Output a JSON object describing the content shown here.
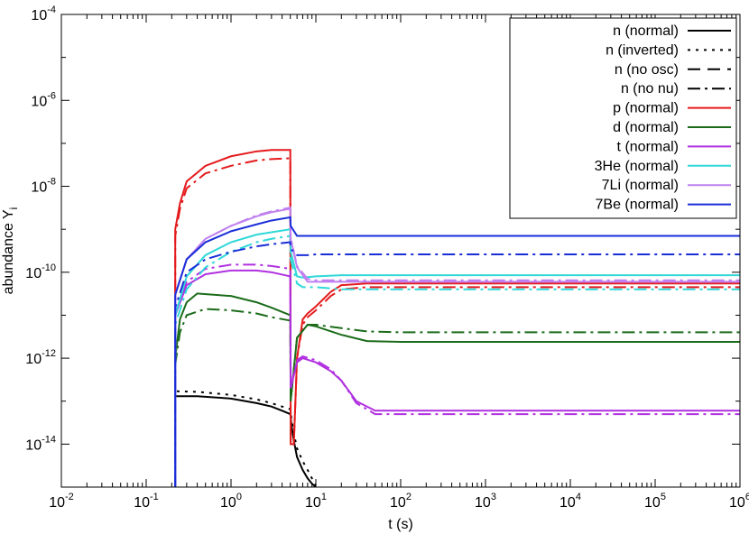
{
  "chart_data": {
    "type": "line",
    "xlabel": "t (s)",
    "ylabel": "abundance Y",
    "ylabel_subscript": "i",
    "xscale": "log",
    "yscale": "log",
    "xlim": [
      0.01,
      1000000
    ],
    "ylim": [
      1e-15,
      0.0001
    ],
    "legend_position": "top-right",
    "x_ticks": [
      {
        "value": 0.01,
        "base": "10",
        "exp": "-2"
      },
      {
        "value": 0.1,
        "base": "10",
        "exp": "-1"
      },
      {
        "value": 1,
        "base": "10",
        "exp": "0"
      },
      {
        "value": 10,
        "base": "10",
        "exp": "1"
      },
      {
        "value": 100,
        "base": "10",
        "exp": "2"
      },
      {
        "value": 1000,
        "base": "10",
        "exp": "3"
      },
      {
        "value": 10000,
        "base": "10",
        "exp": "4"
      },
      {
        "value": 100000,
        "base": "10",
        "exp": "5"
      },
      {
        "value": 1000000,
        "base": "10",
        "exp": "6"
      }
    ],
    "y_ticks": [
      {
        "value": 1e-14,
        "base": "10",
        "exp": "-14"
      },
      {
        "value": 1e-12,
        "base": "10",
        "exp": "-12"
      },
      {
        "value": 1e-10,
        "base": "10",
        "exp": "-10"
      },
      {
        "value": 1e-08,
        "base": "10",
        "exp": "-8"
      },
      {
        "value": 1e-06,
        "base": "10",
        "exp": "-6"
      },
      {
        "value": 0.0001,
        "base": "10",
        "exp": "-4"
      }
    ],
    "legend": [
      {
        "label": "n (normal)",
        "color": "#000000",
        "dash": "solid"
      },
      {
        "label": "n (inverted)",
        "color": "#000000",
        "dash": "dot"
      },
      {
        "label": "n (no osc)",
        "color": "#000000",
        "dash": "dash"
      },
      {
        "label": "n (no nu)",
        "color": "#000000",
        "dash": "dashdot"
      },
      {
        "label": "p (normal)",
        "color": "#e41a1c",
        "dash": "solid"
      },
      {
        "label": "d (normal)",
        "color": "#1a6b1a",
        "dash": "solid"
      },
      {
        "label": "t (normal)",
        "color": "#b030e0",
        "dash": "solid"
      },
      {
        "label": "3He (normal)",
        "color": "#30d8d8",
        "dash": "solid"
      },
      {
        "label": "7Li (normal)",
        "color": "#c080f0",
        "dash": "solid"
      },
      {
        "label": "7Be (normal)",
        "color": "#1a2ed8",
        "dash": "solid"
      }
    ],
    "series": [
      {
        "name": "n (normal)",
        "color": "#000000",
        "dash": "solid",
        "x": [
          0.22,
          0.22,
          0.4,
          1,
          2,
          3,
          4,
          5,
          5.2,
          5.5,
          6,
          7,
          8,
          9,
          10
        ],
        "y": [
          1e-15,
          1.3e-13,
          1.3e-13,
          1.15e-13,
          9e-14,
          7.5e-14,
          6e-14,
          5e-14,
          2.5e-14,
          1.2e-14,
          5e-15,
          2.5e-15,
          1.6e-15,
          1.2e-15,
          1e-15
        ]
      },
      {
        "name": "n (inverted)",
        "color": "#000000",
        "dash": "dot",
        "x": [
          0.22,
          0.22,
          0.4,
          1,
          2,
          3,
          4,
          5,
          5.2,
          5.5,
          6,
          7,
          8,
          9,
          10
        ],
        "y": [
          1e-15,
          1.7e-13,
          1.65e-13,
          1.4e-13,
          1.1e-13,
          9e-14,
          7.5e-14,
          6.5e-14,
          3.5e-14,
          1.8e-14,
          8e-15,
          4e-15,
          2.5e-15,
          1.6e-15,
          1.1e-15
        ]
      },
      {
        "name": "p (normal)",
        "color": "#e41a1c",
        "dash": "solid",
        "x": [
          0.22,
          0.22,
          0.25,
          0.3,
          0.5,
          1,
          2,
          3,
          5,
          5.05,
          5.5,
          6,
          7,
          8,
          10,
          15,
          20,
          40,
          100,
          1000,
          1000000
        ],
        "y": [
          1e-15,
          1e-09,
          4e-09,
          1.3e-08,
          3e-08,
          5e-08,
          6.5e-08,
          7e-08,
          7e-08,
          1e-14,
          1e-14,
          1e-12,
          8e-12,
          1.1e-11,
          1.6e-11,
          3.5e-11,
          5e-11,
          5.5e-11,
          5.5e-11,
          5.5e-11,
          5.5e-11
        ]
      },
      {
        "name": "p (no nu)",
        "color": "#e41a1c",
        "dash": "dashdot",
        "x": [
          0.22,
          0.22,
          0.25,
          0.3,
          0.5,
          1,
          2,
          3,
          5,
          5.05,
          5.5,
          6,
          7,
          8,
          10,
          15,
          20,
          40,
          100,
          1000,
          1000000
        ],
        "y": [
          1e-15,
          7e-10,
          3e-09,
          9e-09,
          2e-08,
          3e-08,
          4e-08,
          4.3e-08,
          4.5e-08,
          1e-14,
          1e-14,
          1e-12,
          6e-12,
          9e-12,
          1.3e-11,
          2.8e-11,
          4e-11,
          4.5e-11,
          4.5e-11,
          4.5e-11,
          4.5e-11
        ]
      },
      {
        "name": "d (normal)",
        "color": "#1a6b1a",
        "dash": "solid",
        "x": [
          0.22,
          0.22,
          0.25,
          0.3,
          0.4,
          1,
          2,
          3,
          5,
          5.05,
          6,
          8,
          10,
          20,
          40,
          100,
          1000,
          1000000
        ],
        "y": [
          1e-15,
          1e-12,
          8e-12,
          2e-11,
          3.2e-11,
          2.8e-11,
          2e-11,
          1.5e-11,
          1e-11,
          1e-13,
          3e-12,
          6e-12,
          5.5e-12,
          3.5e-12,
          2.5e-12,
          2.4e-12,
          2.4e-12,
          2.4e-12
        ]
      },
      {
        "name": "d (no nu)",
        "color": "#1a6b1a",
        "dash": "dashdot",
        "x": [
          0.22,
          0.22,
          0.25,
          0.3,
          0.5,
          1,
          2,
          3,
          5,
          5.05,
          6,
          8,
          10,
          20,
          40,
          100,
          1000,
          1000000
        ],
        "y": [
          1e-15,
          7e-13,
          4e-12,
          1e-11,
          1.4e-11,
          1.3e-11,
          1.1e-11,
          9e-12,
          7.5e-12,
          1e-13,
          3e-12,
          6e-12,
          6e-12,
          5e-12,
          4.2e-12,
          4e-12,
          4e-12,
          4e-12
        ]
      },
      {
        "name": "t (normal)",
        "color": "#b030e0",
        "dash": "solid",
        "x": [
          0.22,
          0.22,
          0.3,
          0.5,
          1,
          2,
          3,
          5,
          5.05,
          6,
          7,
          10,
          15,
          20,
          30,
          50,
          100,
          1000,
          1000000
        ],
        "y": [
          1e-15,
          1e-11,
          5e-11,
          9e-11,
          1.1e-10,
          1.1e-10,
          1e-10,
          8e-11,
          2e-13,
          8e-13,
          1e-12,
          8e-13,
          5e-13,
          3e-13,
          1e-13,
          6e-14,
          6e-14,
          6e-14,
          6e-14
        ]
      },
      {
        "name": "t (no nu)",
        "color": "#b030e0",
        "dash": "dashdot",
        "x": [
          0.22,
          0.22,
          0.3,
          0.5,
          1,
          2,
          3,
          5,
          5.05,
          6,
          7,
          10,
          15,
          20,
          30,
          50,
          100,
          1000,
          1000000
        ],
        "y": [
          1e-15,
          1e-11,
          6e-11,
          1.2e-10,
          1.5e-10,
          1.5e-10,
          1.4e-10,
          1.2e-10,
          2e-13,
          9e-13,
          1.1e-12,
          9e-13,
          5.5e-13,
          3e-13,
          9e-14,
          5e-14,
          5e-14,
          5e-14,
          5e-14
        ]
      },
      {
        "name": "3He (normal)",
        "color": "#30d8d8",
        "dash": "solid",
        "x": [
          0.22,
          0.22,
          0.3,
          0.5,
          1,
          2,
          3,
          5,
          5.05,
          6,
          7,
          8,
          10,
          20,
          100,
          1000,
          1000000
        ],
        "y": [
          1e-15,
          1e-11,
          8e-11,
          2.5e-10,
          5e-10,
          7.5e-10,
          8.5e-10,
          1e-09,
          3e-10,
          8e-11,
          7.5e-11,
          7.7e-11,
          8e-11,
          8.5e-11,
          8.5e-11,
          8.5e-11,
          8.5e-11
        ]
      },
      {
        "name": "3He (no nu)",
        "color": "#30d8d8",
        "dash": "dashdot",
        "x": [
          0.22,
          0.22,
          0.3,
          0.5,
          1,
          2,
          3,
          5,
          5.05,
          6,
          7,
          8,
          10,
          20,
          100,
          1000,
          1000000
        ],
        "y": [
          1e-15,
          6e-12,
          4e-11,
          1.3e-10,
          3e-10,
          5e-10,
          6e-10,
          7e-10,
          2e-10,
          5.5e-11,
          4.5e-11,
          4.5e-11,
          4.5e-11,
          4e-11,
          4e-11,
          4e-11,
          4e-11
        ]
      },
      {
        "name": "7Li (normal)",
        "color": "#c080f0",
        "dash": "solid",
        "x": [
          0.22,
          0.22,
          0.3,
          0.5,
          1,
          2,
          3,
          5,
          5.05,
          6,
          8,
          10,
          20,
          100,
          1000,
          1000000
        ],
        "y": [
          1e-15,
          3e-11,
          2e-10,
          6e-10,
          1.2e-09,
          2e-09,
          2.5e-09,
          3e-09,
          6e-10,
          1.3e-10,
          6e-11,
          6e-11,
          6e-11,
          6e-11,
          6e-11,
          6e-11
        ]
      },
      {
        "name": "7Li (no nu)",
        "color": "#c080f0",
        "dash": "dashdot",
        "x": [
          0.22,
          0.22,
          0.3,
          0.5,
          1,
          2,
          3,
          5,
          5.05,
          6,
          8,
          10,
          20,
          100,
          1000,
          1000000
        ],
        "y": [
          1e-15,
          3e-11,
          2e-10,
          6e-10,
          1.2e-09,
          2.1e-09,
          2.6e-09,
          3.2e-09,
          6.5e-10,
          1.4e-10,
          7e-11,
          6.5e-11,
          6.5e-11,
          6.5e-11,
          6.5e-11,
          6.5e-11
        ]
      },
      {
        "name": "7Be (normal)",
        "color": "#1a2ed8",
        "dash": "solid",
        "x": [
          0.22,
          0.22,
          0.3,
          0.5,
          1,
          2,
          3,
          5,
          5.05,
          6,
          7,
          8,
          10,
          100,
          1000,
          1000000
        ],
        "y": [
          1e-15,
          3e-11,
          2e-10,
          5e-10,
          9e-10,
          1.3e-09,
          1.6e-09,
          1.9e-09,
          1.2e-09,
          7e-10,
          7e-10,
          7e-10,
          7e-10,
          7e-10,
          7e-10,
          7e-10
        ]
      },
      {
        "name": "7Be (no nu)",
        "color": "#1a2ed8",
        "dash": "dashdot",
        "x": [
          0.22,
          0.22,
          0.3,
          0.5,
          1,
          2,
          3,
          5,
          5.05,
          6,
          7,
          8,
          10,
          100,
          1000,
          1000000
        ],
        "y": [
          1e-15,
          1.5e-11,
          1e-10,
          2e-10,
          3e-10,
          4e-10,
          4.5e-10,
          5e-10,
          3.5e-10,
          2.5e-10,
          2.5e-10,
          2.5e-10,
          2.6e-10,
          2.6e-10,
          2.6e-10,
          2.6e-10
        ]
      }
    ]
  }
}
